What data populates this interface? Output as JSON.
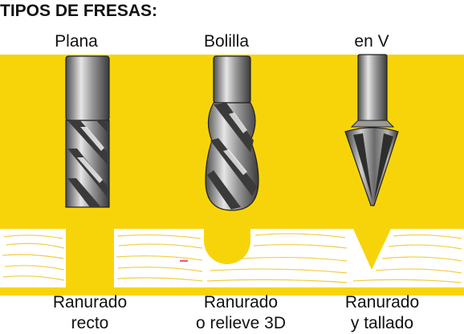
{
  "title": "TIPOS DE FRESAS:",
  "colors": {
    "background_band": "#f7d40a",
    "wood": "#ffffff",
    "wood_grain": "#f0c832",
    "steel_dark": "#3c3c3c",
    "steel_mid": "#8a8a8a",
    "steel_light": "#dcdcdc"
  },
  "bits": [
    {
      "name": "Plana",
      "cut_line1": "Ranurado",
      "cut_line2": "recto"
    },
    {
      "name": "Bolilla",
      "cut_line1": "Ranurado",
      "cut_line2": "o relieve 3D"
    },
    {
      "name": "en  V",
      "cut_line1": "Ranurado",
      "cut_line2": "y tallado"
    }
  ]
}
